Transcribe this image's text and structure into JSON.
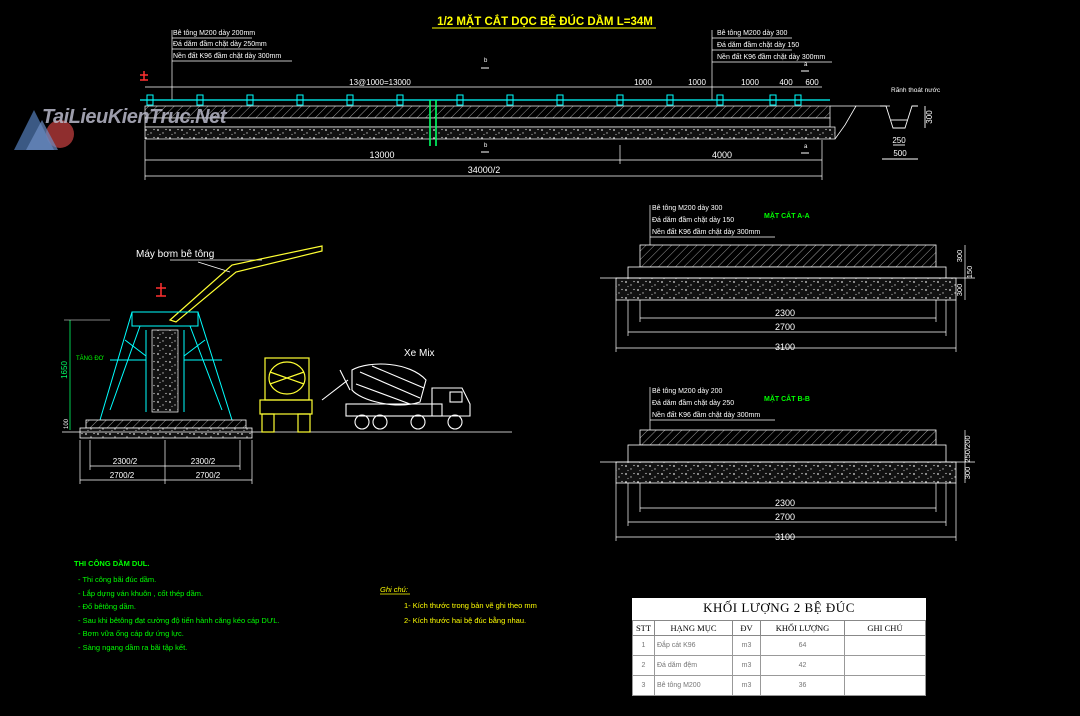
{
  "title": "1/2 MẶT CẮT DỌC BỆ ĐÚC DẦM L=34M",
  "watermark": "TaiLieuKienTruc.Net",
  "long_section": {
    "notes_left": [
      "Bê tông M200 dày 200mm",
      "Đá dăm đầm chặt dày 250mm",
      "Nền đất K96 đầm chặt dày 300mm"
    ],
    "notes_right": [
      "Bê tông M200 dày 300",
      "Đá dăm đầm chặt dày 150",
      "Nền đất K96 đầm chặt dày 300mm"
    ],
    "dim_top_left": "13@1000=13000",
    "dim_top_right": [
      "1000",
      "1000",
      "1000",
      "400",
      "600"
    ],
    "dim_bottom": [
      "13000",
      "4000"
    ],
    "dim_total": "34000/2",
    "section_mark": "b",
    "section_mark_a": "a",
    "drain_label": "Rãnh thoát nước",
    "drain_dims": [
      "250",
      "500",
      "300"
    ]
  },
  "section_a": {
    "title": "MẶT CẮT A-A",
    "notes": [
      "Bê tông M200 dày 300",
      "Đá dăm đầm chặt  dày 150",
      "Nền đất K96 đầm chặt dày 300mm"
    ],
    "dims": [
      "2300",
      "2700",
      "3100"
    ],
    "side_dims": [
      "300",
      "150",
      "300"
    ]
  },
  "section_b": {
    "title": "MẶT CẮT B-B",
    "notes": [
      "Bê tông M200 dày 200",
      "Đá dăm đầm chặt  dày 250",
      "Nền đất K96 đầm chặt dày 300mm"
    ],
    "dims": [
      "2300",
      "2700",
      "3100"
    ],
    "side_dims": [
      "250/200",
      "300"
    ]
  },
  "cross_section": {
    "pump_label": "Máy bơm bê tông",
    "mixer_label": "Xe Mix",
    "dim_height": "1650",
    "tang_do": "TĂNG ĐƠ",
    "small_dim": "100",
    "dims_row1": [
      "2300/2",
      "2300/2"
    ],
    "dims_row2": [
      "2700/2",
      "2700/2"
    ]
  },
  "construction": {
    "heading": "THI CÔNG DẦM DUL.",
    "steps": [
      "- Thi công bãi đúc dầm.",
      "- Lắp dựng ván khuôn , cốt thép dầm.",
      "- Đổ bêtông dầm.",
      "- Sau khi bêtông đạt cường độ tiến hành căng kéo cáp DƯL.",
      "- Bơm vữa ống cáp dự ứng lực.",
      "- Sàng ngang dầm ra bãi tập kết."
    ]
  },
  "notes": {
    "heading": "Ghi chú:",
    "items": [
      "1- Kích thước trong bản vẽ ghi theo mm",
      "2- Kích thước hai bệ đúc bằng nhau."
    ]
  },
  "quantity_table": {
    "title": "KHỐI LƯỢNG 2 BỆ ĐÚC",
    "headers": [
      "STT",
      "HẠNG MỤC",
      "ĐV",
      "KHỐI LƯỢNG",
      "GHI CHÚ"
    ],
    "rows": [
      {
        "stt": "1",
        "item": "Đắp cát K96",
        "unit": "m3",
        "qty": "64",
        "note": ""
      },
      {
        "stt": "2",
        "item": "Đá dăm đệm",
        "unit": "m3",
        "qty": "42",
        "note": ""
      },
      {
        "stt": "3",
        "item": "Bê tông M200",
        "unit": "m3",
        "qty": "36",
        "note": ""
      }
    ]
  },
  "colors": {
    "background": "#000000",
    "line_white": "#ffffff",
    "line_cyan": "#00ffff",
    "text_green": "#00ff00",
    "text_yellow": "#ffff00",
    "text_red": "#ff0000"
  }
}
